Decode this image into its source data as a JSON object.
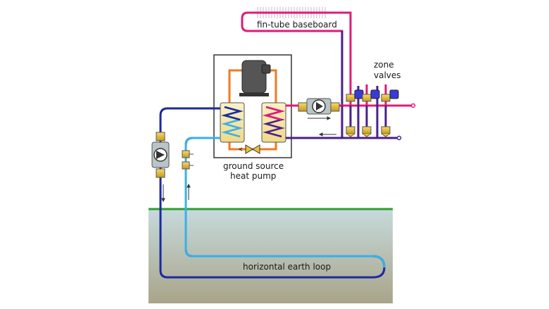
{
  "labels": {
    "baseboard": "fin-tube baseboard",
    "zone_line1": "zone",
    "zone_line2": "valves",
    "heat_pump_line1": "ground source",
    "heat_pump_line2": "heat pump",
    "earth_loop": "horizontal earth loop"
  },
  "colors": {
    "hot_supply": "#e0197a",
    "cool_return": "#4a1f8a",
    "earth_cold": "#1a2aa0",
    "earth_warm": "#38b0e8",
    "refrigerant": "#f07a1e",
    "ground_line": "#2ca02c",
    "soil_top": "#c2d6d8",
    "soil_bottom": "#a8a388",
    "brass": "#e8c23a",
    "valve_actuator": "#3a3ad8"
  },
  "icons": [
    "compressor-icon",
    "heat-exchanger-coil-icon",
    "expansion-valve-icon",
    "circulator-pump-icon",
    "zone-valve-icon",
    "flow-arrow-icon"
  ]
}
